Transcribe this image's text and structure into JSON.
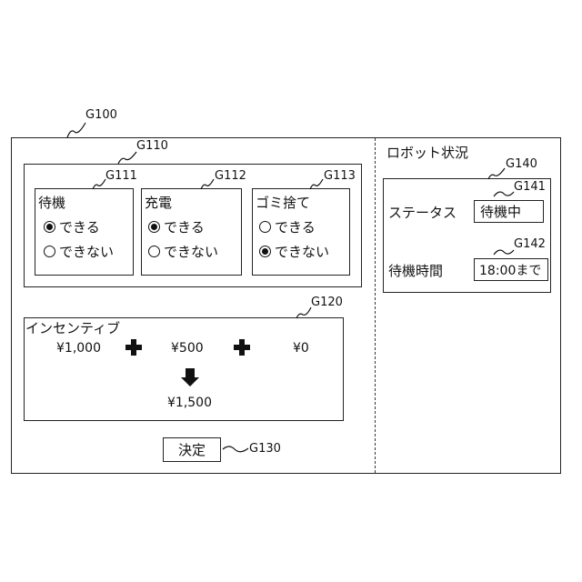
{
  "refs": {
    "g100": "G100",
    "g110": "G110",
    "g111": "G111",
    "g112": "G112",
    "g113": "G113",
    "g120": "G120",
    "g130": "G130",
    "g140": "G140",
    "g141": "G141",
    "g142": "G142"
  },
  "selection": {
    "groups": [
      {
        "title": "待機",
        "options": [
          "できる",
          "できない"
        ],
        "selected": 0
      },
      {
        "title": "充電",
        "options": [
          "できる",
          "できない"
        ],
        "selected": 0
      },
      {
        "title": "ゴミ捨て",
        "options": [
          "できる",
          "できない"
        ],
        "selected": 1
      }
    ]
  },
  "incentive": {
    "title": "インセンティブ",
    "values": [
      "¥1,000",
      "¥500",
      "¥0"
    ],
    "total": "¥1,500"
  },
  "decide_label": "決定",
  "robot": {
    "title": "ロボット状況",
    "status_label": "ステータス",
    "status_value": "待機中",
    "wait_label": "待機時間",
    "wait_value": "18:00まで"
  }
}
